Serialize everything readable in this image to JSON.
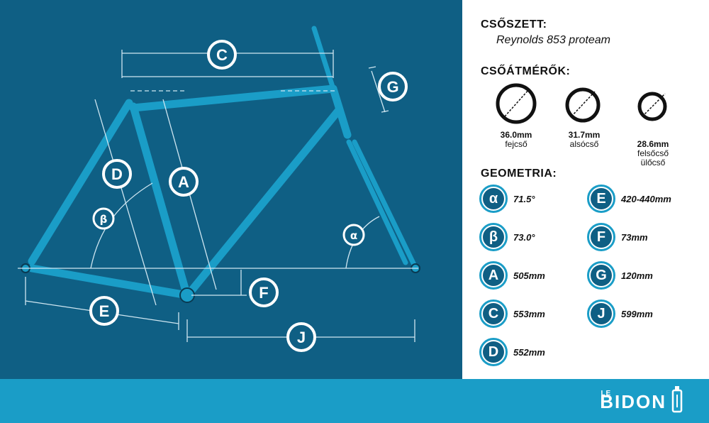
{
  "panel": {
    "tubeset_heading": "CSŐSZETT:",
    "tubeset_value": "Reynolds 853 proteam",
    "diameters_heading": "CSŐÁTMÉRŐK:",
    "diameters": [
      {
        "value": "36.0mm",
        "label": "fejcső"
      },
      {
        "value": "31.7mm",
        "label": "alsócső"
      },
      {
        "value": "28.6mm",
        "label": "felsőcső\nülőcső"
      }
    ],
    "geometry_heading": "GEOMETRIA:",
    "geometry": [
      {
        "key": "α",
        "value": "71.5°"
      },
      {
        "key": "β",
        "value": "73.0°"
      },
      {
        "key": "A",
        "value": "505mm"
      },
      {
        "key": "C",
        "value": "553mm"
      },
      {
        "key": "D",
        "value": "552mm"
      },
      {
        "key": "E",
        "value": "420-440mm"
      },
      {
        "key": "F",
        "value": "73mm"
      },
      {
        "key": "G",
        "value": "120mm"
      },
      {
        "key": "J",
        "value": "599mm"
      }
    ]
  },
  "diagram": {
    "badges": [
      "C",
      "G",
      "D",
      "A",
      "β",
      "α",
      "F",
      "E",
      "J"
    ]
  },
  "footer": {
    "logo_le": "LE",
    "logo_bidon": "BIDON"
  },
  "colors": {
    "background": "#0f5f84",
    "frame": "#1a9dc7",
    "footer": "#1a9dc7",
    "lines": "#cfe6f1"
  }
}
